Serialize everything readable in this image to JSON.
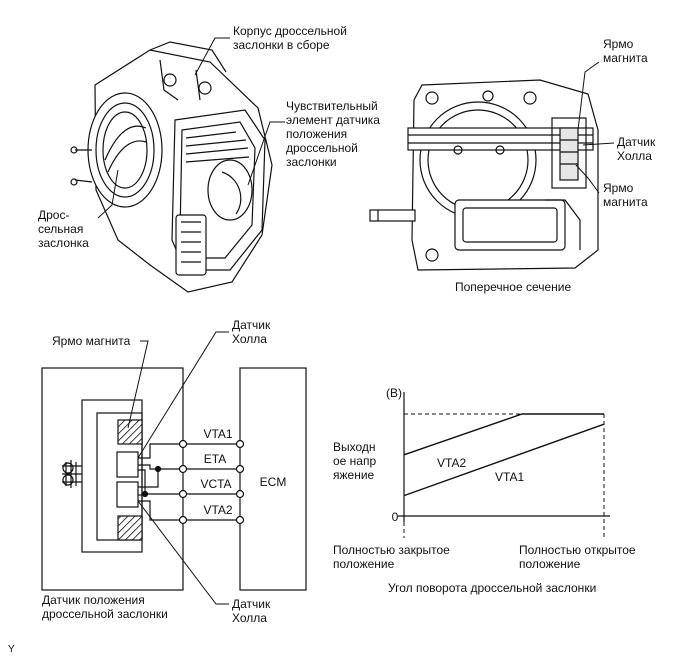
{
  "labels": {
    "throttle_body": "Корпус дроссельной\nзаслонки в сборе",
    "sensor_element": "Чувствительный\nэлемент датчика\nположения\nдроссельной\nзаслонки",
    "throttle_valve": "Дрос-\nсельная\nзаслонка",
    "yoke_top": "Ярмо\nмагнита",
    "hall_sensor": "Датчик\nХолла",
    "yoke_bottom": "Ярмо\nмагнита",
    "cross_section": "Поперечное сечение",
    "yoke_magnet": "Ярмо магнита",
    "hall_top": "Датчик\nХолла",
    "hall_bottom": "Датчик\nХолла",
    "tps_name": "Датчик положения\nдроссельной заслонки",
    "ecm": "ECM",
    "figure_code": "Y"
  },
  "signals": [
    "VTA1",
    "ETA",
    "VCTA",
    "VTA2"
  ],
  "chart_data": {
    "type": "line",
    "y_unit_label": "(B)",
    "ylabel": "Выходн\nое напр\nяжение",
    "y_tick": "0",
    "x_tick_left": "Полностью закрытое\nположение",
    "x_tick_right": "Полностью открытое\nположение",
    "xlabel": "Угол поворота дроссельной заслонки",
    "xlim": [
      0,
      1
    ],
    "ylim": [
      0,
      1
    ],
    "series": [
      {
        "name": "VTA1",
        "x": [
          0,
          1
        ],
        "y": [
          0.2,
          0.9
        ]
      },
      {
        "name": "VTA2",
        "x": [
          0,
          0.59,
          1
        ],
        "y": [
          0.6,
          1.0,
          1.0
        ]
      }
    ]
  }
}
